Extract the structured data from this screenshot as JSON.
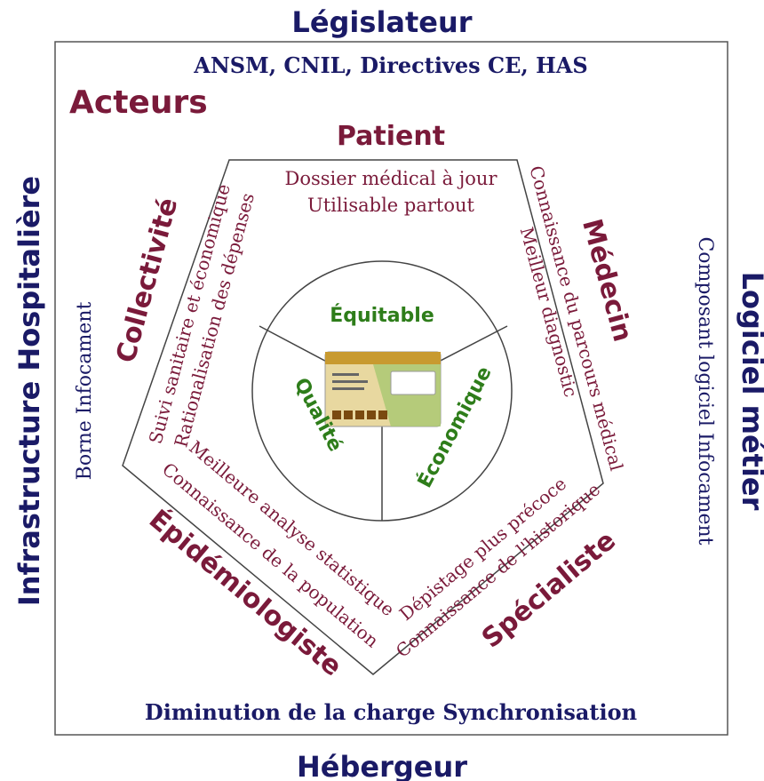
{
  "edges": {
    "top": "Législateur",
    "bottom": "Hébergeur",
    "left": "Infrastructure Hospitalière",
    "right": "Logiciel métier"
  },
  "inner_edges": {
    "top": "ANSM, CNIL, Directives CE, HAS",
    "bottom": "Diminution de la charge Synchronisation",
    "left": "Borne Infocament",
    "right": "Composant logiciel Infocament"
  },
  "acteurs_label": "Acteurs",
  "actors": {
    "patient": "Patient",
    "medecin": "Médecin",
    "specialiste": "Spécialiste",
    "epidemiologiste": "Épidémiologiste",
    "collectivite": "Collectivité"
  },
  "benefits": {
    "patient": [
      "Dossier médical à jour",
      "Utilisable partout"
    ],
    "medecin": [
      "Connaissance du parcours médical",
      "Meilleur diagnostic"
    ],
    "specialiste": [
      "Dépistage plus précoce",
      "Connaissance de l'historique"
    ],
    "epidemiologiste": [
      "Meilleure analyse statistique",
      "Connaissance de la population"
    ],
    "collectivite": [
      "Suivi sanitaire et économique",
      "Rationalisation des dépenses"
    ]
  },
  "qualities": {
    "equitable": "Équitable",
    "qualite": "Qualité",
    "economique": "Économique"
  },
  "colors": {
    "navy": "#1a1a66",
    "maroon": "#7a1a3a",
    "green": "#2e7d1a"
  },
  "card_icon": "infocament-card-image"
}
